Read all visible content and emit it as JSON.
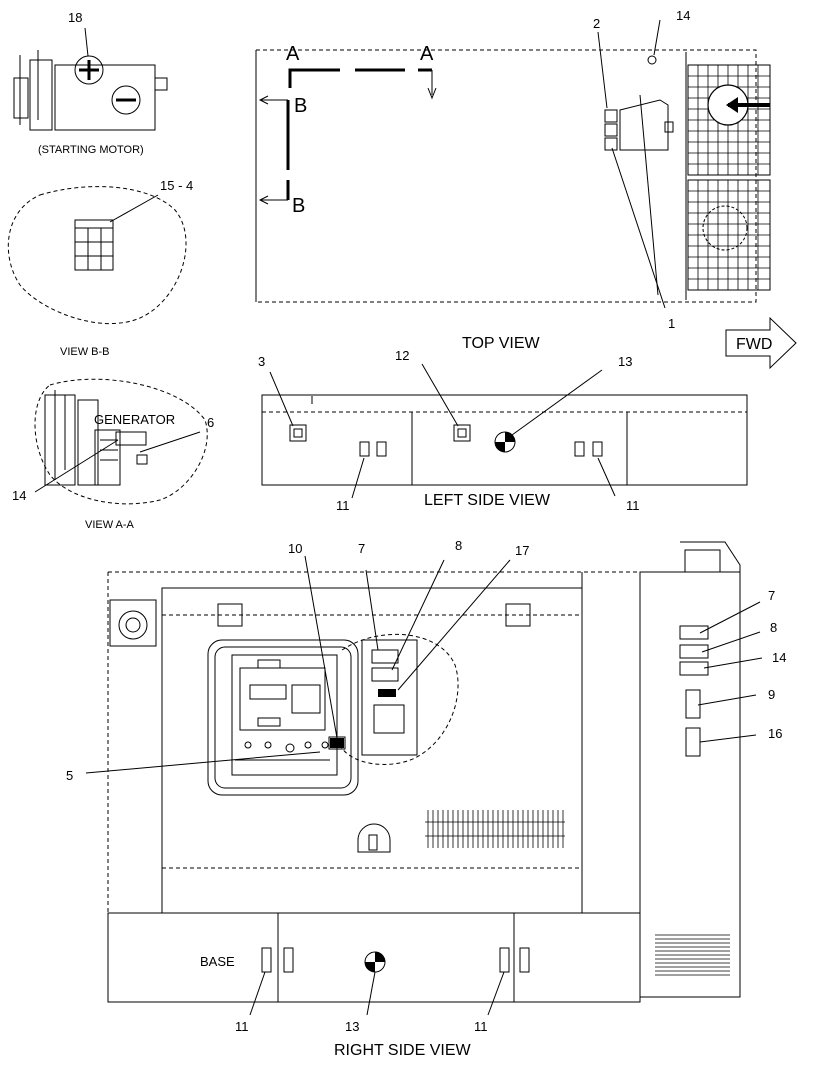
{
  "starting_motor": {
    "callout": "18",
    "caption": "(STARTING MOTOR)"
  },
  "view_bb": {
    "callout": "15 - 4",
    "caption": "VIEW B-B"
  },
  "view_aa": {
    "generator_label": "GENERATOR",
    "callout_left": "14",
    "callout_right": "6",
    "caption": "VIEW A-A"
  },
  "top_view": {
    "title": "TOP VIEW",
    "section_a_left": "A",
    "section_a_right": "A",
    "section_b_top": "B",
    "section_b_bottom": "B",
    "callout_2": "2",
    "callout_14": "14",
    "callout_1": "1"
  },
  "fwd": "FWD",
  "left_side_view": {
    "title": "LEFT SIDE VIEW",
    "callout_3": "3",
    "callout_12": "12",
    "callout_13": "13",
    "callout_11_left": "11",
    "callout_11_right": "11"
  },
  "right_side_view": {
    "title": "RIGHT SIDE VIEW",
    "base_label": "BASE",
    "callout_10": "10",
    "callout_7_top": "7",
    "callout_8_top": "8",
    "callout_17": "17",
    "callout_5": "5",
    "callout_7_side": "7",
    "callout_8_side": "8",
    "callout_14_side": "14",
    "callout_9": "9",
    "callout_16": "16",
    "callout_11_left": "11",
    "callout_13": "13",
    "callout_11_right": "11"
  }
}
